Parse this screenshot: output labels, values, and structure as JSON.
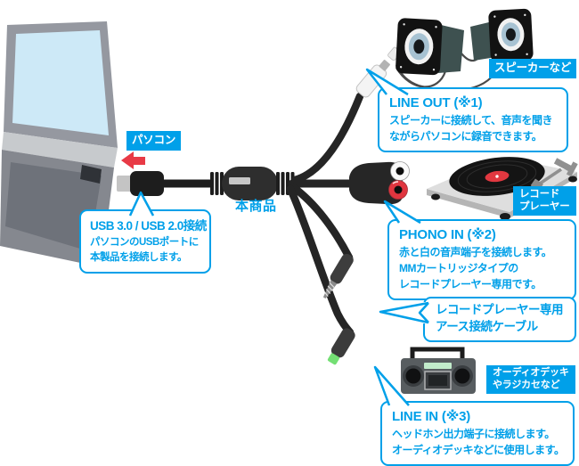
{
  "colors": {
    "accent": "#00a0e9",
    "arrow_red": "#e83a46",
    "plug_green": "#74df74",
    "rca_red": "#e0353f"
  },
  "device_labels": {
    "pc": "パソコン",
    "product": "本商品",
    "speakers": "スピーカーなど",
    "record_player": [
      "レコード",
      "プレーヤー"
    ],
    "audio_deck": [
      "オーディオデッキ",
      "やラジカセなど"
    ]
  },
  "callouts": {
    "line_out": {
      "title": "LINE OUT (※1)",
      "lines": [
        "スピーカーに接続して、音声を聞き",
        "ながらパソコンに録音できます。"
      ]
    },
    "usb": {
      "title": "USB 3.0 / USB 2.0接続",
      "lines": [
        "パソコンのUSBポートに",
        "本製品を接続します。"
      ]
    },
    "phono_in": {
      "title": "PHONO IN (※2)",
      "lines": [
        "赤と白の音声端子を接続します。",
        "MMカートリッジタイプの",
        "レコードプレーヤー専用です。"
      ]
    },
    "ground": {
      "lines": [
        "レコードプレーヤー専用",
        "アース接続ケーブル"
      ]
    },
    "line_in": {
      "title": "LINE IN (※3)",
      "lines": [
        "ヘッドホン出力端子に接続します。",
        "オーディオデッキなどに使用します。"
      ]
    }
  }
}
